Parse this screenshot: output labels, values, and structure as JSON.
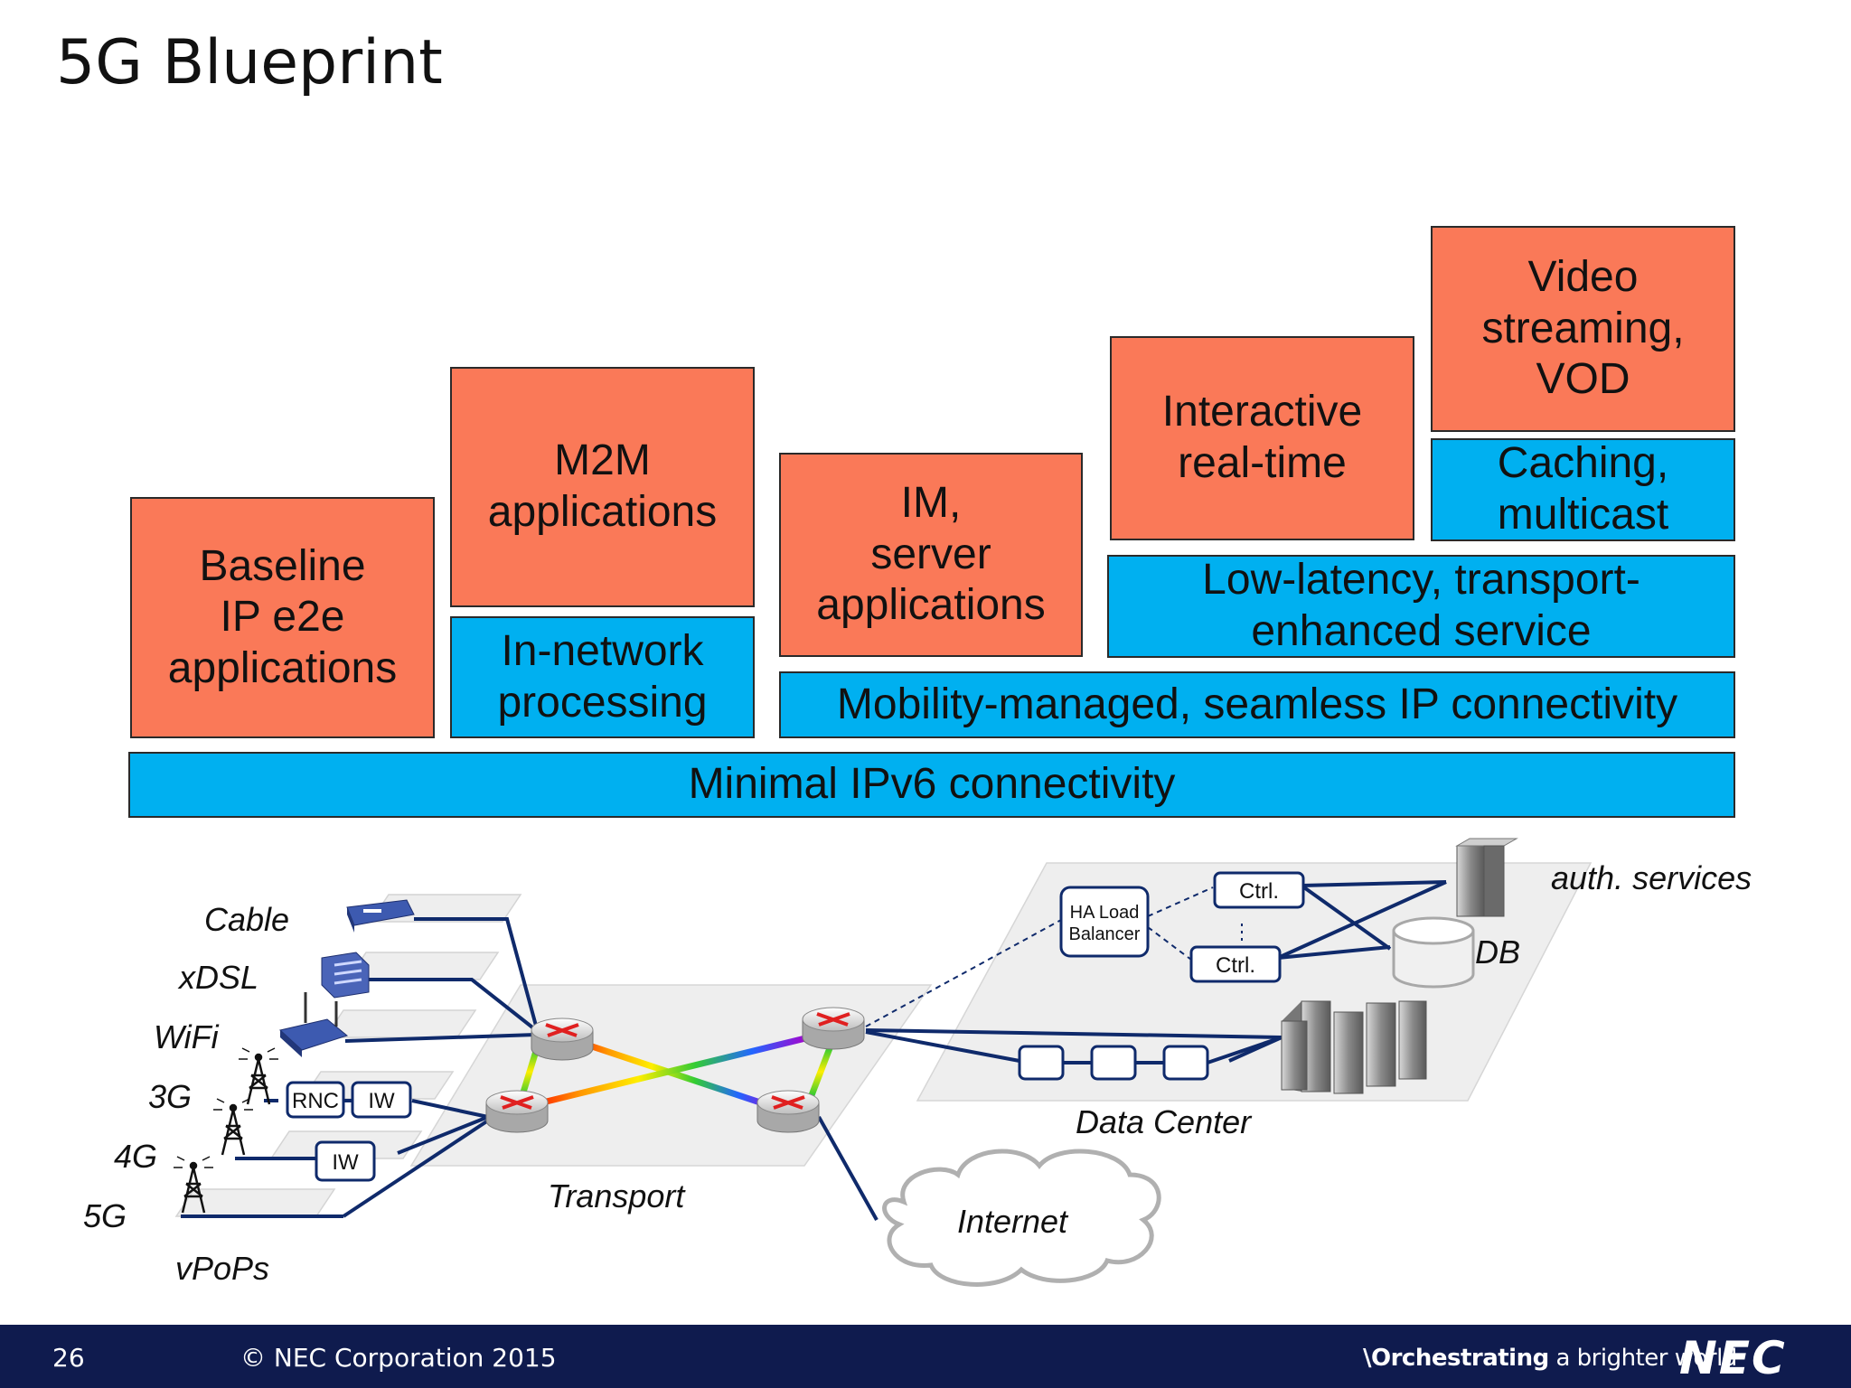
{
  "title": "5G Blueprint",
  "apps": {
    "baseline": "Baseline\nIP e2e\napplications",
    "m2m": "M2M\napplications",
    "im": "IM,\nserver\napplications",
    "interactive": "Interactive\nreal-time",
    "video": "Video\nstreaming,\nVOD"
  },
  "services": {
    "in_network": "In-network\nprocessing",
    "caching": "Caching,\nmulticast",
    "low_latency": "Low-latency, transport-\nenhanced service",
    "mobility": "Mobility-managed, seamless IP connectivity",
    "minimal": "Minimal IPv6 connectivity"
  },
  "network": {
    "access": [
      "Cable",
      "xDSL",
      "WiFi",
      "3G",
      "4G",
      "5G"
    ],
    "vpops": "vPoPs",
    "rnc": "RNC",
    "iw": "IW",
    "transport": "Transport",
    "internet": "Internet",
    "data_center": "Data Center",
    "ha_lb": [
      "HA Load",
      "Balancer"
    ],
    "ctrl": "Ctrl.",
    "auth": "auth. services",
    "db": "DB"
  },
  "colors": {
    "app_block": "#fa7958",
    "service_block": "#00b0f0",
    "link": "#0f2a6b",
    "footer": "#0f1b4e"
  },
  "footer": {
    "page": "26",
    "copyright": "© NEC Corporation 2015",
    "tagline_bold": "\\Orchestrating",
    "tagline_rest": " a brighter world",
    "logo": "NEC"
  }
}
